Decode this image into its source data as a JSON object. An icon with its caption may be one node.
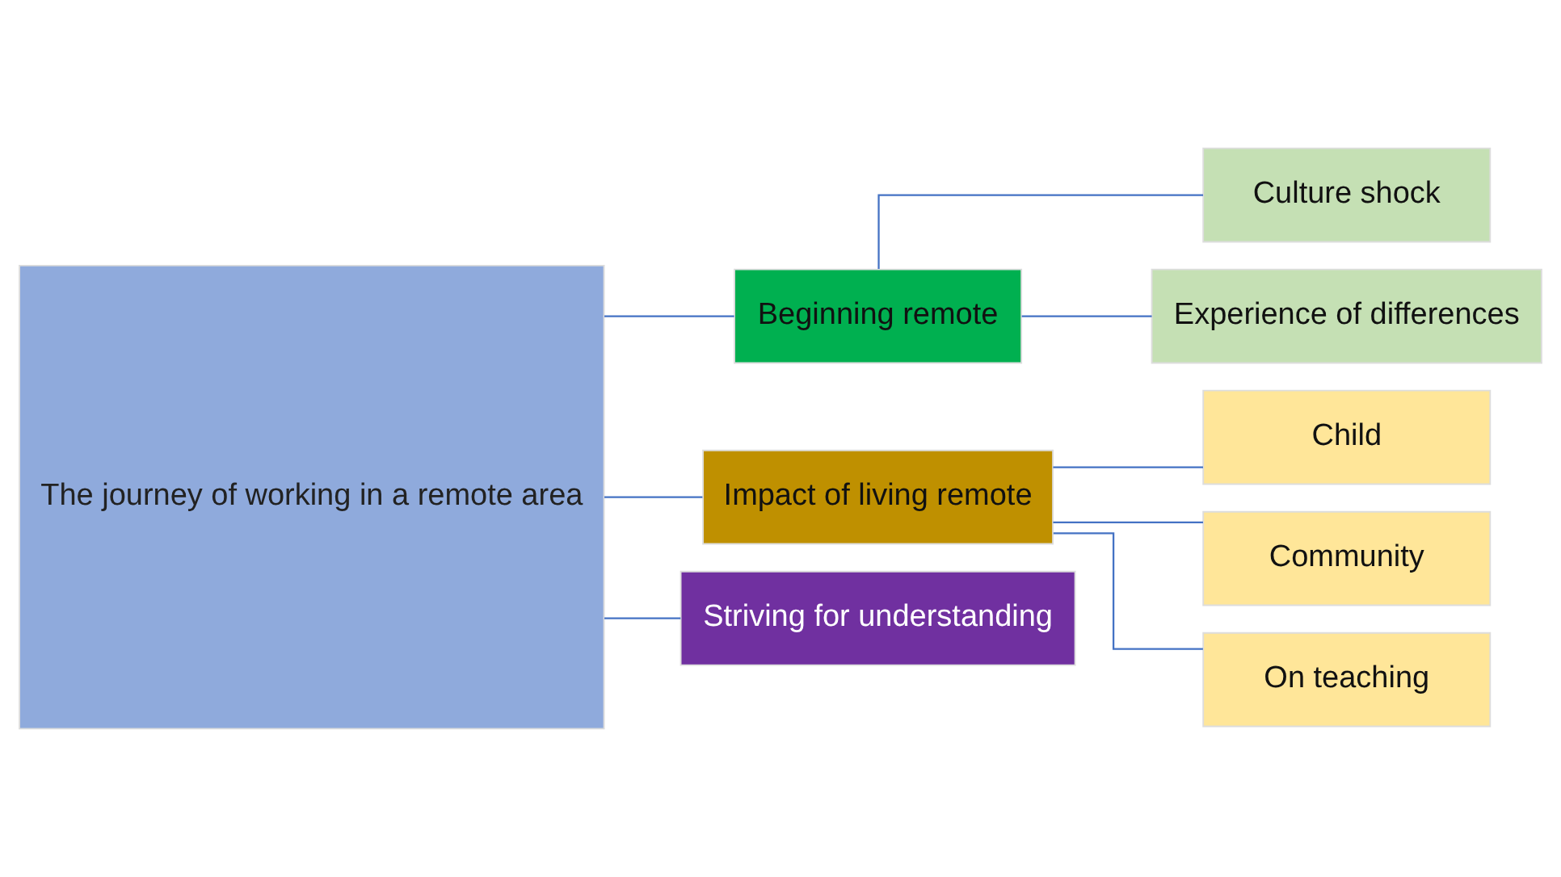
{
  "diagram": {
    "nodes": [
      {
        "text": [
          "The journey of working in a remote area"
        ]
      },
      {
        "text": [
          "Beginning remote"
        ]
      },
      {
        "text": [
          "Impact of living remote"
        ]
      },
      {
        "text": [
          "Striving for understanding"
        ]
      },
      {
        "text": [
          "Culture shock"
        ]
      },
      {
        "text": [
          "Experience of differences"
        ]
      },
      {
        "text": [
          "Child"
        ]
      },
      {
        "text": [
          "Community"
        ]
      },
      {
        "text": [
          "On teaching"
        ]
      }
    ],
    "edges": [
      {
        "from": 0,
        "to": 1,
        "arrow": "none"
      },
      {
        "from": 0,
        "to": 2,
        "arrow": "none"
      },
      {
        "from": 0,
        "to": 3,
        "arrow": "none"
      },
      {
        "from": 1,
        "to": 4,
        "arrow": "none"
      },
      {
        "from": 1,
        "to": 5,
        "arrow": "none"
      },
      {
        "from": 2,
        "to": 6,
        "arrow": "none"
      },
      {
        "from": 2,
        "to": 7,
        "arrow": "none"
      },
      {
        "from": 2,
        "to": 8,
        "arrow": "none"
      }
    ]
  }
}
